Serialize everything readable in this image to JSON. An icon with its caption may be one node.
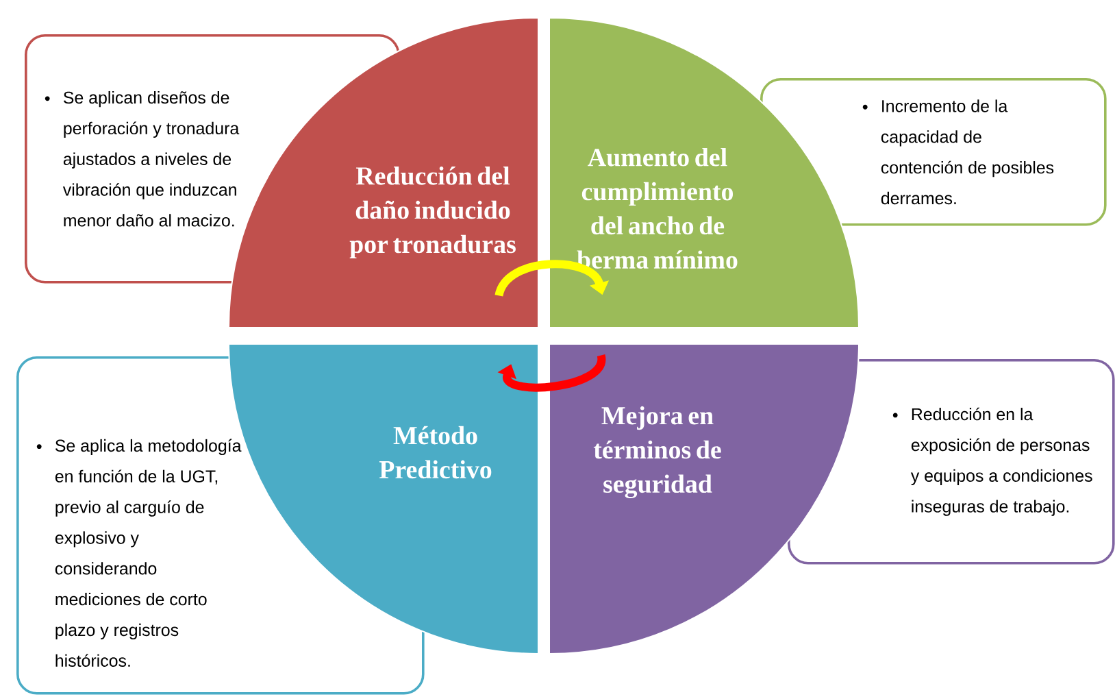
{
  "diagram": {
    "nodes": [
      {
        "text": [
          "Reducción del daño inducido por tronaduras"
        ]
      },
      {
        "text": [
          "Aumento del cumplimiento del ancho de berma mínimo"
        ]
      },
      {
        "text": [
          "Método Predictivo"
        ]
      },
      {
        "text": [
          "Mejora en términos de seguridad"
        ]
      },
      {
        "text": [
          "Se aplican diseños de perforación y tronadura ajustados a niveles de vibración que induzcan menor daño al macizo."
        ]
      },
      {
        "text": [
          "Incremento de la capacidad de contención de posibles derrames."
        ]
      },
      {
        "text": [
          "Se aplica la metodología en función de la UGT, previo al carguío de explosivo y considerando mediciones de corto plazo y registros históricos."
        ]
      },
      {
        "text": [
          "Reducción en la exposición  de personas y equipos a condiciones inseguras de trabajo."
        ]
      }
    ],
    "edges": [
      {
        "from": 0,
        "to": 1,
        "arrow": "to",
        "color": "#ffff00"
      },
      {
        "from": 3,
        "to": 2,
        "arrow": "to",
        "color": "#ff0000"
      }
    ]
  }
}
